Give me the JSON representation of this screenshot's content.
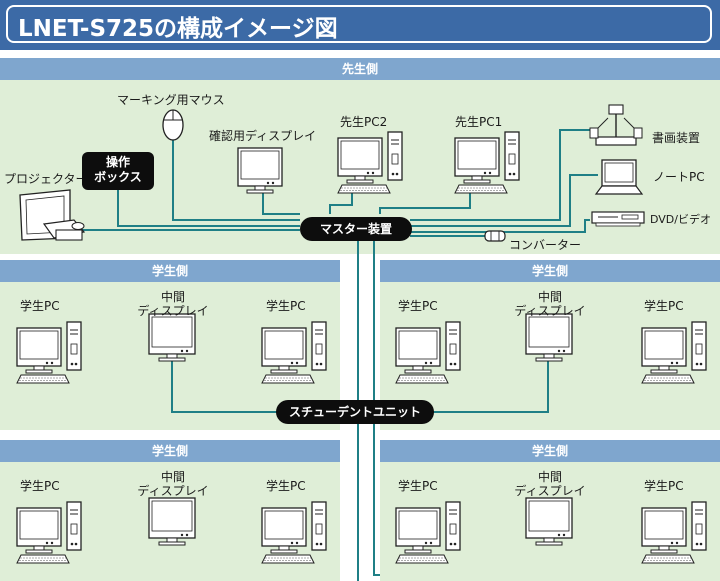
{
  "title": "LNET-S725の構成イメージ図",
  "teacher": {
    "header": "先生側",
    "labels": {
      "mouse": "マーキング用マウス",
      "confirm_display": "確認用ディスプレイ",
      "pc2": "先生PC2",
      "pc1": "先生PC1",
      "projector": "プロジェクター",
      "op_box_line1": "操作",
      "op_box_line2": "ボックス",
      "document_camera": "書画装置",
      "notebook": "ノートPC",
      "dvd": "DVD/ビデオ",
      "converter": "コンバーター"
    },
    "master": "マスター装置"
  },
  "student_unit": "スチューデントユニット",
  "student_groups": [
    {
      "header": "学生側",
      "pc_left": "学生PC",
      "mid_line1": "中間",
      "mid_line2": "ディスプレイ",
      "pc_right": "学生PC"
    },
    {
      "header": "学生側",
      "pc_left": "学生PC",
      "mid_line1": "中間",
      "mid_line2": "ディスプレイ",
      "pc_right": "学生PC"
    },
    {
      "header": "学生側",
      "pc_left": "学生PC",
      "mid_line1": "中間",
      "mid_line2": "ディスプレイ",
      "pc_right": "学生PC"
    },
    {
      "header": "学生側",
      "pc_left": "学生PC",
      "mid_line1": "中間",
      "mid_line2": "ディスプレイ",
      "pc_right": "学生PC"
    }
  ],
  "colors": {
    "title_bar": "#3c6aa6",
    "panel_header": "#7fa6ce",
    "panel_bg": "#dfeed7",
    "cable": "#1f7f86",
    "pill": "#0d0d0d"
  }
}
